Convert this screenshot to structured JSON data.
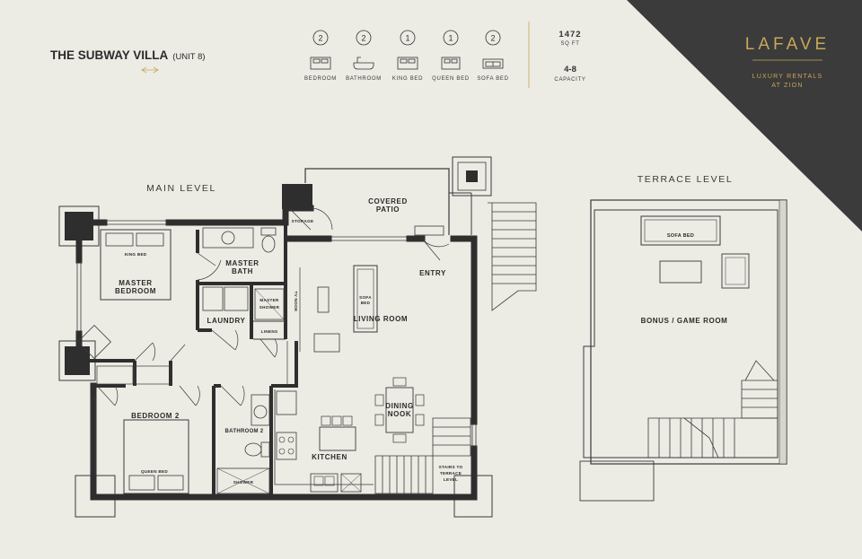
{
  "title": {
    "main": "THE SUBWAY VILLA",
    "unit": "(UNIT 8)"
  },
  "amenities": [
    {
      "count": "2",
      "label": "BEDROOM",
      "icon": "bed-icon"
    },
    {
      "count": "2",
      "label": "BATHROOM",
      "icon": "bathtub-icon"
    },
    {
      "count": "1",
      "label": "KING BED",
      "icon": "king-bed-icon"
    },
    {
      "count": "1",
      "label": "QUEEN BED",
      "icon": "queen-bed-icon"
    },
    {
      "count": "2",
      "label": "SOFA BED",
      "icon": "sofa-icon"
    }
  ],
  "stats": [
    {
      "value": "1472",
      "label": "SQ FT"
    },
    {
      "value": "4-8",
      "label": "CAPACITY"
    }
  ],
  "brand": {
    "name": "LAFAVE",
    "tag1": "LUXURY RENTALS",
    "tag2": "AT ZION",
    "gold": "#c9a65a",
    "dark": "#3b3b3b"
  },
  "levels": {
    "main": "MAIN LEVEL",
    "terrace": "TERRACE LEVEL"
  },
  "rooms": {
    "covered_patio_1": "COVERED",
    "covered_patio_2": "PATIO",
    "storage": "STORAGE",
    "king_bed": "KING BED",
    "master_bedroom_1": "MASTER",
    "master_bedroom_2": "BEDROOM",
    "master_bath_1": "MASTER",
    "master_bath_2": "BATH",
    "laundry": "LAUNDRY",
    "master_shower_1": "MASTER",
    "master_shower_2": "SHOWER",
    "linens": "LINENS",
    "tv_nook": "TV NOOK",
    "sofa_bed_1": "SOFA",
    "sofa_bed_2": "BED",
    "living_room": "LIVING ROOM",
    "entry": "ENTRY",
    "dining_nook_1": "DINING",
    "dining_nook_2": "NOOK",
    "bedroom_2": "BEDROOM 2",
    "queen_bed": "QUEEN BED",
    "bathroom_2": "BATHROOM 2",
    "shower": "SHOWER",
    "kitchen": "KITCHEN",
    "stairs_1": "STAIRS TO",
    "stairs_2": "TERRACE",
    "stairs_3": "LEVEL",
    "terrace_sofa_bed": "SOFA BED",
    "bonus_game_room": "BONUS / GAME ROOM"
  }
}
